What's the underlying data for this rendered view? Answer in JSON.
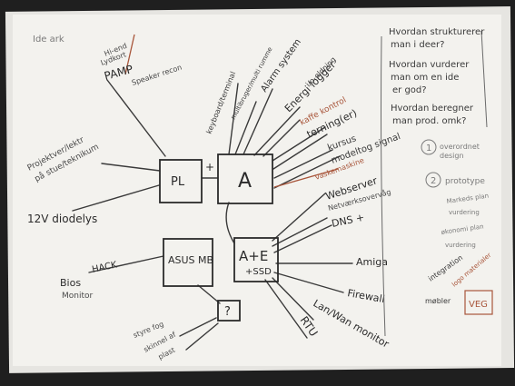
{
  "colors": {
    "pencil": "#4a4a4a",
    "dark": "#2b2b2b",
    "red": "#a8553a",
    "paper": "#f3f2ee"
  },
  "left_branch": {
    "top_note": "Ide ark",
    "hi_end": "Hi-end",
    "lydkort": "Lydkort",
    "pamp": "PAMP",
    "speaker_recon": "Speaker recon",
    "projektver": "Projektver/lektr",
    "pa_stue": "på stue/teknikum",
    "diodelys": "12V diodelys",
    "bios": "Bios",
    "hack": "HACK",
    "monitor": "Monitor",
    "styre_fog": "styre fog",
    "skinnel": "skinnel af",
    "plast": "plast"
  },
  "boxes": {
    "pl": "PL",
    "plus": "+",
    "a": "A",
    "asus": "ASUS MB",
    "ae": "A+E",
    "ssd": "+SSD",
    "question": "?"
  },
  "a_spokes": {
    "keyboard": "keyboard/terminal",
    "multi": "multibruger/multi rumme",
    "alarm": "Alarm system",
    "ofelt": "i/o-eldning",
    "energi": "Energi logger",
    "kaffe": "kaffe kontrol",
    "terning": "terning(er)",
    "kursus": "kursus",
    "modeltog": "modeltog signal",
    "vaskemaskine": "vaskemaskine"
  },
  "ae_spokes": {
    "webserver": "Webserver",
    "netv": "Netværksovervåg",
    "dns": "DNS +",
    "amiga": "Amiga",
    "firewall": "Firewall",
    "lan": "Lan/Wan monitor",
    "rtu": "RTU"
  },
  "right_panel": {
    "q1a": "Hvordan strukturerer",
    "q1b": "man i deer?",
    "q2a": "Hvordan vurderer",
    "q2b": "man om en ide",
    "q2c": "er god?",
    "q3a": "Hvordan beregner",
    "q3b": "man prod. omk?",
    "n1": "1",
    "s1a": "overordnet",
    "s1b": "design",
    "n2": "2",
    "s2": "prototype",
    "m1": "Markeds plan",
    "m1b": "vurdering",
    "m2": "økonomi plan",
    "m2b": "vurdering",
    "integration": "integration",
    "mobler": "møbler",
    "logo_materialer": "logo materialer",
    "veg": "VEG"
  }
}
